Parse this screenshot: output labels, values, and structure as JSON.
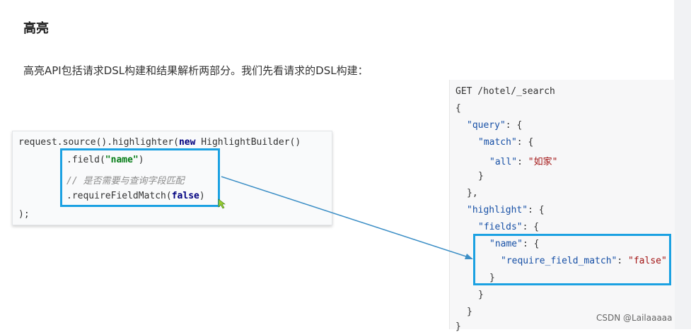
{
  "heading": "高亮",
  "intro": "高亮API包括请求DSL构建和结果解析两部分。我们先看请求的DSL构建：",
  "java_code": {
    "line1_pre": "request.source().highlighter(",
    "line1_kw": "new",
    "line1_post": " HighlightBuilder()",
    "line2_pre": ".field(",
    "line2_str": "\"name\"",
    "line2_post": ")",
    "line3_comment": "// 是否需要与查询字段匹配",
    "line4_pre": ".requireFieldMatch(",
    "line4_kw": "false",
    "line4_post": ")",
    "line5": ");"
  },
  "dsl_code": {
    "l1": "GET /hotel/_search",
    "l2": "{",
    "l3_key": "\"query\"",
    "l3_rest": ": {",
    "l4_key": "\"match\"",
    "l4_rest": ": {",
    "l5_key": "\"all\"",
    "l5_sep": ": ",
    "l5_val": "\"如家\"",
    "l6": "}",
    "l7": "},",
    "l8_key": "\"highlight\"",
    "l8_rest": ": {",
    "l9_key": "\"fields\"",
    "l9_rest": ": {",
    "l10_key": "\"name\"",
    "l10_rest": ": {",
    "l11_key": "\"require_field_match\"",
    "l11_sep": ": ",
    "l11_val": "\"false\"",
    "l12": "}",
    "l13": "}",
    "l14": "}",
    "l15": "}"
  },
  "watermark": "CSDN @Lailaaaaa",
  "colors": {
    "highlight_border": "#1ba1e2",
    "arrow": "#3d8fc6"
  }
}
